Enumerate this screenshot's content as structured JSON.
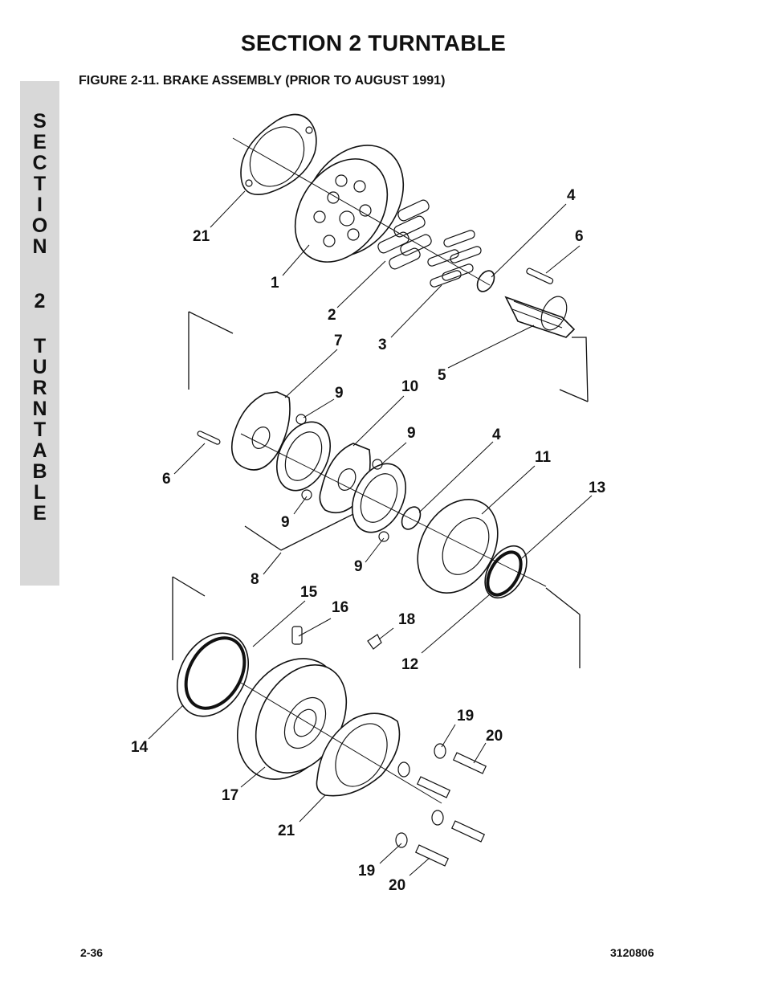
{
  "header": {
    "section_title": "SECTION 2   TURNTABLE",
    "figure_title": "FIGURE 2-11.  BRAKE ASSEMBLY (PRIOR TO AUGUST 1991)"
  },
  "side_tab": {
    "letters": [
      "S",
      "E",
      "C",
      "T",
      "I",
      "O",
      "N",
      "",
      "2",
      "",
      "T",
      "U",
      "R",
      "N",
      "T",
      "A",
      "B",
      "L",
      "E"
    ]
  },
  "callouts": [
    "21",
    "1",
    "2",
    "3",
    "4",
    "5",
    "6",
    "7",
    "9",
    "10",
    "9",
    "4",
    "11",
    "13",
    "6",
    "9",
    "8",
    "9",
    "15",
    "16",
    "18",
    "12",
    "19",
    "20",
    "14",
    "17",
    "21",
    "19",
    "20"
  ],
  "footer": {
    "page_number": "2-36",
    "doc_number": "3120806"
  }
}
